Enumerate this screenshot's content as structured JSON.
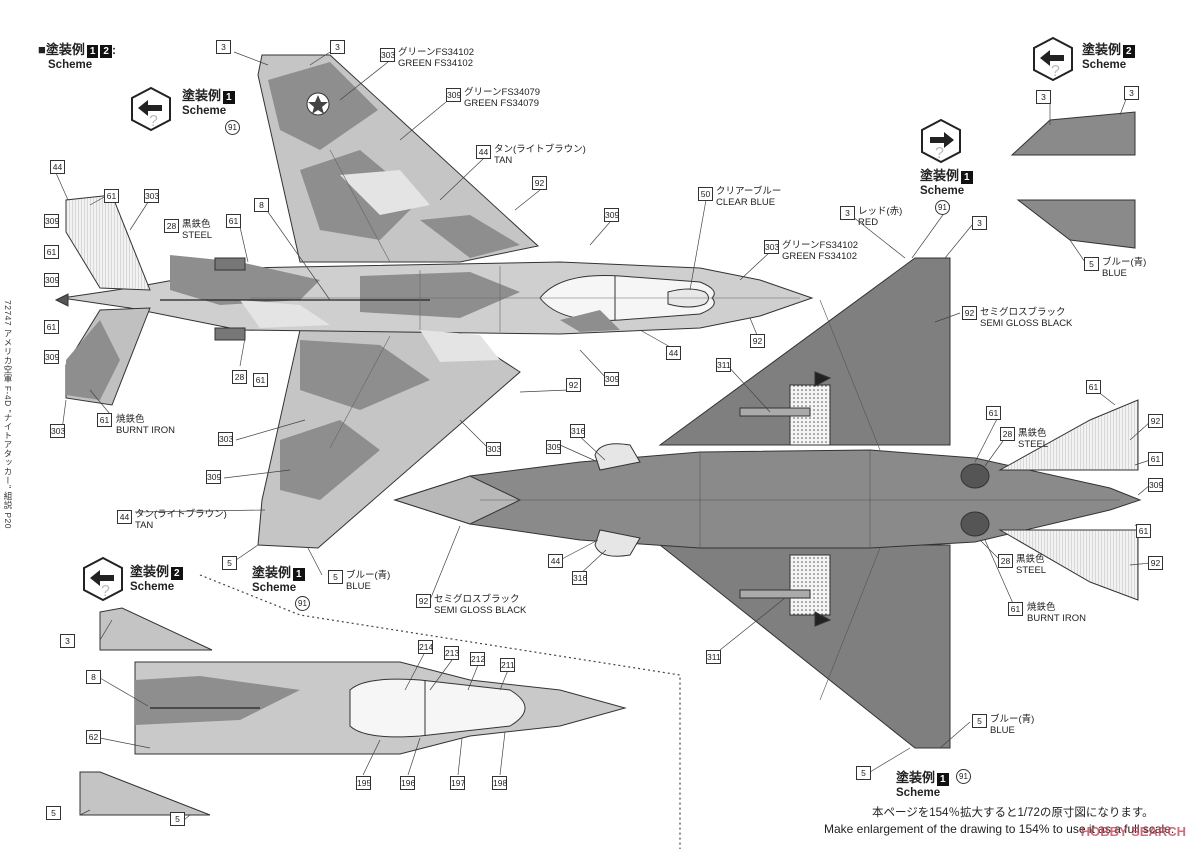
{
  "header": {
    "title_jp": "■塗装例",
    "b1": "1",
    "b2": "2",
    "suffix": ":",
    "title_en": "Scheme"
  },
  "side_text": "72747 アメリカ空軍 F-4D \"ナイトアタッカー\" 組説 P20",
  "schemes": {
    "top_left": {
      "jp": "塗装例",
      "n": "1",
      "en": "Scheme",
      "ref": "91"
    },
    "top_right": {
      "jp": "塗装例",
      "n": "2",
      "en": "Scheme"
    },
    "mid_right": {
      "jp": "塗装例",
      "n": "1",
      "en": "Scheme",
      "ref": "91"
    },
    "left_bottom": {
      "jp": "塗装例",
      "n": "1",
      "en": "Scheme",
      "ref": "91"
    },
    "inset": {
      "jp": "塗装例",
      "n": "2",
      "en": "Scheme"
    },
    "bottom_right": {
      "jp": "塗装例",
      "n": "1",
      "en": "Scheme",
      "ref": "91"
    }
  },
  "paints": {
    "p303": {
      "code": "303",
      "jp": "グリーンFS34102",
      "en": "GREEN FS34102"
    },
    "p309": {
      "code": "309",
      "jp": "グリーンFS34079",
      "en": "GREEN FS34079"
    },
    "p44": {
      "code": "44",
      "jp": "タン(ライトブラウン)",
      "en": "TAN"
    },
    "p50": {
      "code": "50",
      "jp": "クリアーブルー",
      "en": "CLEAR BLUE"
    },
    "p3": {
      "code": "3",
      "jp": "レッド(赤)",
      "en": "RED"
    },
    "p92": {
      "code": "92",
      "jp": "セミグロスブラック",
      "en": "SEMI GLOSS BLACK"
    },
    "p28": {
      "code": "28",
      "jp": "黒鉄色",
      "en": "STEEL"
    },
    "p61": {
      "code": "61",
      "jp": "焼鉄色",
      "en": "BURNT IRON"
    },
    "p5": {
      "code": "5",
      "jp": "ブルー(青)",
      "en": "BLUE"
    }
  },
  "numbers": {
    "n3": "3",
    "n8": "8",
    "n28": "28",
    "n44": "44",
    "n61": "61",
    "n303": "303",
    "n309": "309",
    "n92": "92",
    "n5": "5",
    "n311": "311",
    "n316": "316",
    "n62": "62",
    "n214": "214",
    "n213": "213",
    "n212": "212",
    "n211": "211",
    "n195": "195",
    "n196": "196",
    "n197": "197",
    "n198": "198"
  },
  "footer": {
    "jp": "本ページを154％拡大すると1/72の原寸図になります。",
    "en": "Make enlargement of the drawing to 154% to use it as a full scale."
  },
  "watermark": "HOBBY SEARCH",
  "colors": {
    "green_light": "#c9c9c9",
    "green_dark": "#8e8e8e",
    "tan": "#e6e6e6",
    "gray_underside": "#7d7d7d",
    "line": "#333333"
  }
}
